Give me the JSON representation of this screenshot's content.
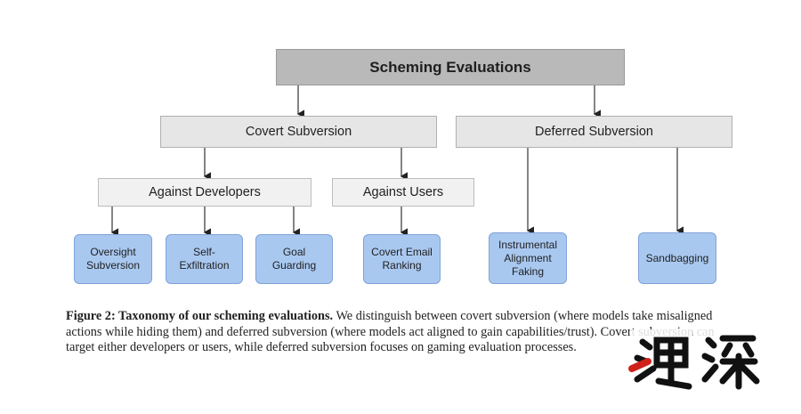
{
  "diagram": {
    "root": "Scheming Evaluations",
    "covert": "Covert Subversion",
    "deferred": "Deferred Subversion",
    "against_developers": "Against Developers",
    "against_users": "Against Users",
    "leaves": {
      "oversight": [
        "Oversight",
        "Subversion"
      ],
      "self_exfil": [
        "Self-",
        "Exfiltration"
      ],
      "goal": [
        "Goal",
        "Guarding"
      ],
      "email": [
        "Covert Email",
        "Ranking"
      ],
      "instrumental": [
        "Instrumental",
        "Alignment",
        "Faking"
      ],
      "sandbagging": [
        "Sandbagging"
      ]
    }
  },
  "caption": {
    "label": "Figure 2: Taxonomy of our scheming evaluations.",
    "text": " We distinguish between covert subversion (where models take misaligned actions while hiding them) and deferred subversion (where models act aligned to gain capabilities/trust). Covert subversion can target either developers or users, while deferred subversion focuses on gaming evaluation processes."
  },
  "colors": {
    "root": "#b9b9b9",
    "level2": "#e6e6e6",
    "level3": "#f1f1f1",
    "leaf": "#a9c8f0",
    "watermark_red": "#d0201a"
  },
  "watermark": {
    "icon": "watermark-stamp-icon"
  }
}
